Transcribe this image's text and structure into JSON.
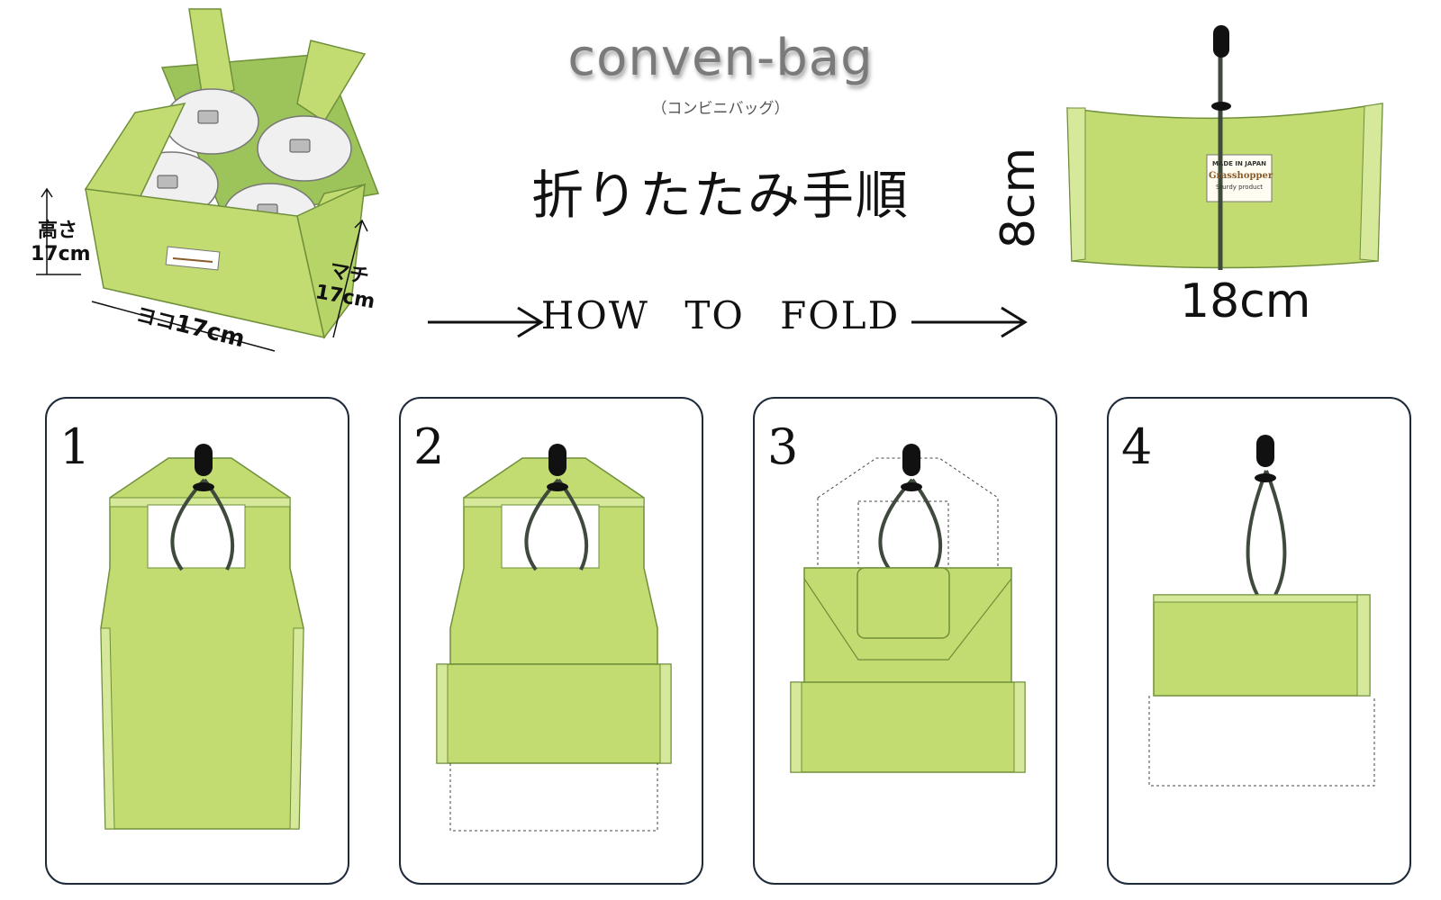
{
  "header": {
    "title": "conven-bag",
    "subtitle": "（コンビニバッグ）",
    "heading_jp": "折りたたみ手順",
    "how_to": "HOW TO FOLD"
  },
  "open_bag": {
    "height_label": "高さ",
    "height_value": "17cm",
    "width_label": "ヨコ",
    "width_value": "17cm",
    "depth_label": "マチ",
    "depth_value": "17cm"
  },
  "folded_bag": {
    "height": "8cm",
    "width": "18cm",
    "tag_line1": "MADE IN JAPAN",
    "tag_brand": "Grasshopper",
    "tag_line3": "Sturdy product"
  },
  "steps": [
    {
      "number": "1"
    },
    {
      "number": "2"
    },
    {
      "number": "3"
    },
    {
      "number": "4"
    }
  ],
  "colors": {
    "bag_green": "#c2dc72",
    "bag_light": "#d6e89a",
    "bag_dark_green": "#9cc45a",
    "cord": "#3e4a3c",
    "panel_border": "#1e2a3a"
  }
}
